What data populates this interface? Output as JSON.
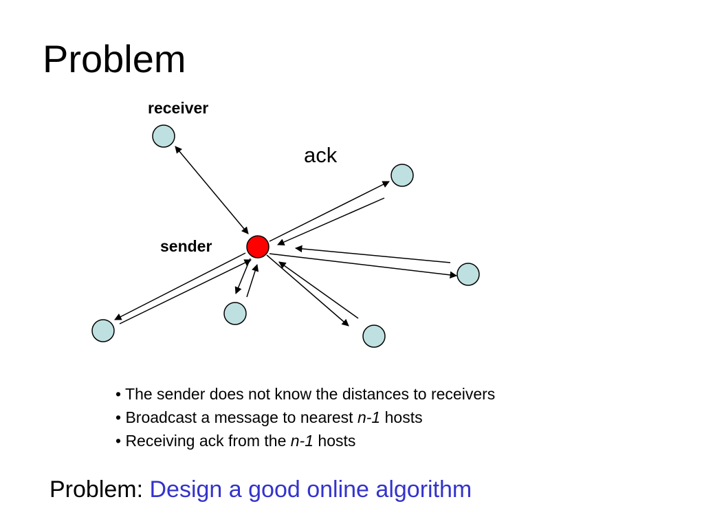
{
  "title": "Problem",
  "diagram": {
    "receiver_label": "receiver",
    "sender_label": "sender",
    "ack_label": "ack",
    "colors": {
      "sender": "#ff0000",
      "host": "#bfe0e0",
      "stroke": "#000000"
    }
  },
  "bullets": [
    {
      "prefix": "• The sender does not know the distances to receivers",
      "italic": "",
      "suffix": ""
    },
    {
      "prefix": "• Broadcast a message to nearest ",
      "italic": "n-1",
      "suffix": " hosts"
    },
    {
      "prefix": "• Receiving ack from the ",
      "italic": "n-1",
      "suffix": " hosts"
    }
  ],
  "footer": {
    "prefix": "Problem: ",
    "accent": "Design a good online algorithm",
    "accent_color": "#3333cc"
  }
}
